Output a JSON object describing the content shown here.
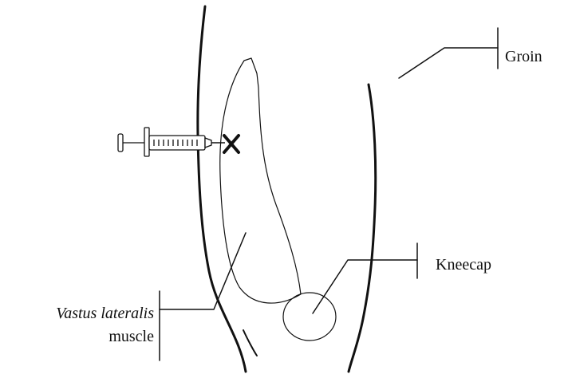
{
  "labels": {
    "groin": "Groin",
    "kneecap": "Kneecap",
    "vastus_italic": "Vastus lateralis",
    "vastus_plain": "muscle"
  },
  "colors": {
    "ink": "#111111",
    "background": "#ffffff"
  },
  "icons": {
    "syringe": "syringe-icon",
    "injection_site": "x-mark-icon"
  }
}
